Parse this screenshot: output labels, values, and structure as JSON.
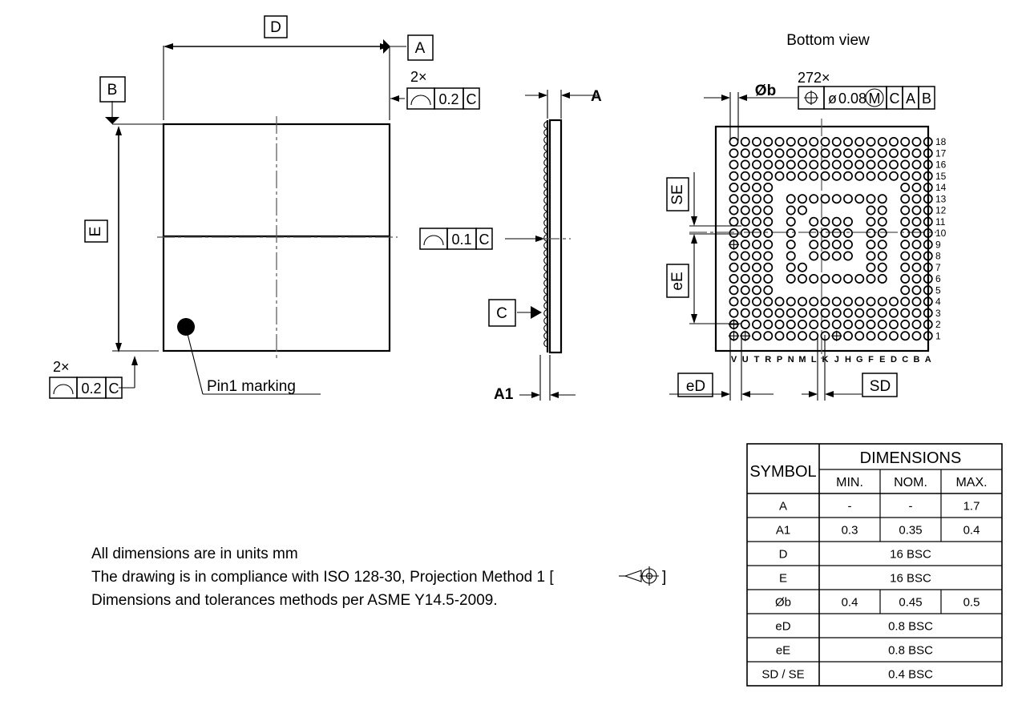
{
  "views": {
    "bottom_view_title": "Bottom view"
  },
  "top_view": {
    "datum_a": "A",
    "datum_b": "B",
    "dim_d": "D",
    "dim_e": "E",
    "pin1_label": "Pin1 marking",
    "tol_top": {
      "multiplier": "2×",
      "symbol": "profile-surface",
      "value": "0.2",
      "datum": "C"
    },
    "tol_left": {
      "multiplier": "2×",
      "symbol": "profile-surface",
      "value": "0.2",
      "datum": "C"
    }
  },
  "side_view": {
    "dim_a": "A",
    "dim_a1": "A1",
    "datum_c": "C",
    "tol": {
      "symbol": "profile-surface",
      "value": "0.1",
      "datum": "C"
    }
  },
  "bottom_view": {
    "ball_count": "272×",
    "dim_ob": "Øb",
    "dim_ed": "eD",
    "dim_ee": "eE",
    "dim_sd": "SD",
    "dim_se": "SE",
    "fcf": {
      "symbol": "position",
      "diameter_symbol": "ø",
      "value": "0.08",
      "modifier": "M",
      "datums": [
        "C",
        "A",
        "B"
      ]
    },
    "column_labels": [
      "V",
      "U",
      "T",
      "R",
      "P",
      "N",
      "M",
      "L",
      "K",
      "J",
      "H",
      "G",
      "F",
      "E",
      "D",
      "C",
      "B",
      "A"
    ],
    "row_labels": [
      "18",
      "17",
      "16",
      "15",
      "14",
      "13",
      "12",
      "11",
      "10",
      "9",
      "8",
      "7",
      "6",
      "5",
      "4",
      "3",
      "2",
      "1"
    ],
    "grid": {
      "columns": 18,
      "rows": 18,
      "pattern": [
        "111111111111111111",
        "111111111111111111",
        "111111111111111111",
        "111111111111111111",
        "111100000000000111",
        "111101111111110111",
        "111101100000110111",
        "111101011110110111",
        "111101011110110111",
        "111101011110110111",
        "111101011110110111",
        "111101100000110111",
        "111101111111110111",
        "111100000000000111",
        "111111111111111111",
        "111111111111111111",
        "111111111111111111",
        "111111111111111111"
      ]
    }
  },
  "notes": [
    "All dimensions are in units mm",
    "The drawing is in compliance with ISO 128-30, Projection Method 1 [",
    "Dimensions and tolerances methods per ASME Y14.5-2009."
  ],
  "notes_line2_tail": "]",
  "table": {
    "col_symbol": "SYMBOL",
    "col_dimensions": "DIMENSIONS",
    "subcols": [
      "MIN.",
      "NOM.",
      "MAX."
    ],
    "rows": [
      {
        "symbol": "A",
        "span": false,
        "min": "-",
        "nom": "-",
        "max": "1.7"
      },
      {
        "symbol": "A1",
        "span": false,
        "min": "0.3",
        "nom": "0.35",
        "max": "0.4"
      },
      {
        "symbol": "D",
        "span": true,
        "value": "16 BSC"
      },
      {
        "symbol": "E",
        "span": true,
        "value": "16 BSC"
      },
      {
        "symbol": "Øb",
        "span": false,
        "min": "0.4",
        "nom": "0.45",
        "max": "0.5"
      },
      {
        "symbol": "eD",
        "span": true,
        "value": "0.8 BSC"
      },
      {
        "symbol": "eE",
        "span": true,
        "value": "0.8 BSC"
      },
      {
        "symbol": "SD / SE",
        "span": true,
        "value": "0.4 BSC"
      }
    ]
  },
  "colors": {
    "line": "#000000",
    "centerline": "#555555",
    "background": "#ffffff"
  }
}
